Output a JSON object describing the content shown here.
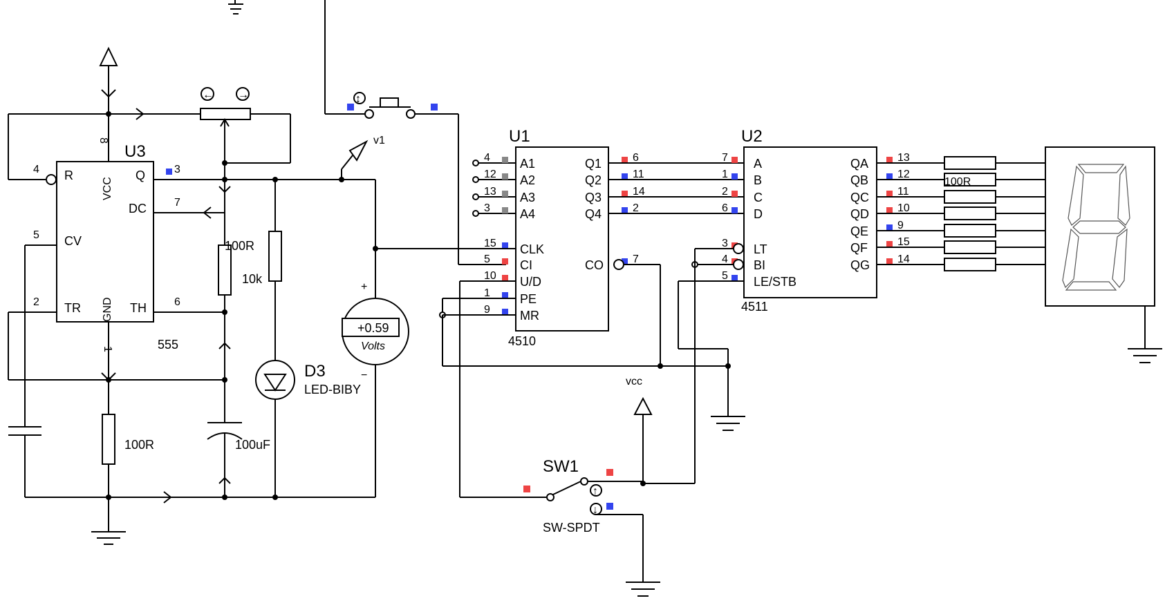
{
  "colors": {
    "wire": "#000000",
    "pin_high": "#ee4444",
    "pin_low": "#3344ee",
    "pin_float": "#888888"
  },
  "u3": {
    "ref": "U3",
    "type": "555",
    "pins": {
      "r": "R",
      "vcc": "VCC",
      "q": "Q",
      "dc": "DC",
      "cv": "CV",
      "tr": "TR",
      "gnd": "GND",
      "th": "TH"
    },
    "nums": {
      "r": "4",
      "vcc": "8",
      "q": "3",
      "dc": "7",
      "cv": "5",
      "tr": "2",
      "gnd": "1",
      "th": "6"
    }
  },
  "u1": {
    "ref": "U1",
    "type": "4510",
    "left_pins": [
      "A1",
      "A2",
      "A3",
      "A4",
      "CLK",
      "CI",
      "U/D",
      "PE",
      "MR"
    ],
    "left_nums": [
      "4",
      "12",
      "13",
      "3",
      "15",
      "5",
      "10",
      "1",
      "9"
    ],
    "right_pins": [
      "Q1",
      "Q2",
      "Q3",
      "Q4",
      "CO"
    ],
    "right_nums": [
      "6",
      "11",
      "14",
      "2",
      "7"
    ]
  },
  "u2": {
    "ref": "U2",
    "type": "4511",
    "left_pins": [
      "A",
      "B",
      "C",
      "D",
      "LT",
      "BI",
      "LE/STB"
    ],
    "left_nums": [
      "7",
      "1",
      "2",
      "6",
      "3",
      "4",
      "5"
    ],
    "right_pins": [
      "QA",
      "QB",
      "QC",
      "QD",
      "QE",
      "QF",
      "QG"
    ],
    "right_nums": [
      "13",
      "12",
      "11",
      "10",
      "9",
      "15",
      "14"
    ]
  },
  "components": {
    "r_100_a": "100R",
    "r_10k": "10k",
    "r_100_b": "100R",
    "c_100uf": "100uF",
    "d3_ref": "D3",
    "d3_type": "LED-BIBY",
    "probe": "v1",
    "voltmeter_value": "+0.59",
    "voltmeter_unit": "Volts",
    "voltmeter_plus": "+",
    "voltmeter_minus": "−",
    "sw1_ref": "SW1",
    "sw1_type": "SW-SPDT",
    "vcc_label": "vcc",
    "seg_res": "100R"
  }
}
